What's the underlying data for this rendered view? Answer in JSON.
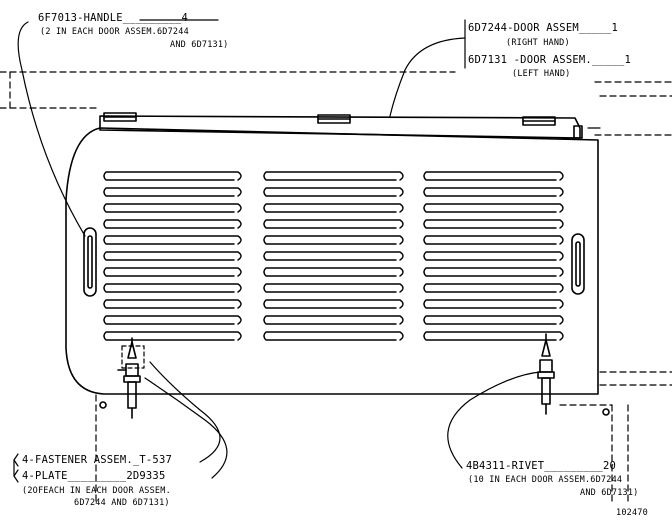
{
  "callouts": {
    "handle": {
      "title": "6F7013-HANDLE_________4",
      "line1": "(2 IN EACH DOOR ASSEM.6D7244",
      "line2": "AND 6D7131)"
    },
    "door_right": {
      "title": "6D7244-DOOR ASSEM_____1",
      "sub": "(RIGHT HAND)"
    },
    "door_left": {
      "title": "6D7131 -DOOR ASSEM._____1",
      "sub": "(LEFT HAND)"
    },
    "fastener": {
      "line1": "4-FASTENER ASSEM._T-537",
      "line2": "4-PLATE_________2D9335",
      "line3": "(2OFEACH IN EACH DOOR ASSEM.",
      "line4": "6D7244 AND 6D7131)"
    },
    "rivet": {
      "title": "4B4311-RIVET_________20",
      "line1": "(10 IN EACH DOOR ASSEM.6D7244",
      "line2": "AND 6D7131)"
    }
  },
  "figure_number": "102470",
  "colors": {
    "ink": "#000000",
    "paper": "#ffffff"
  }
}
